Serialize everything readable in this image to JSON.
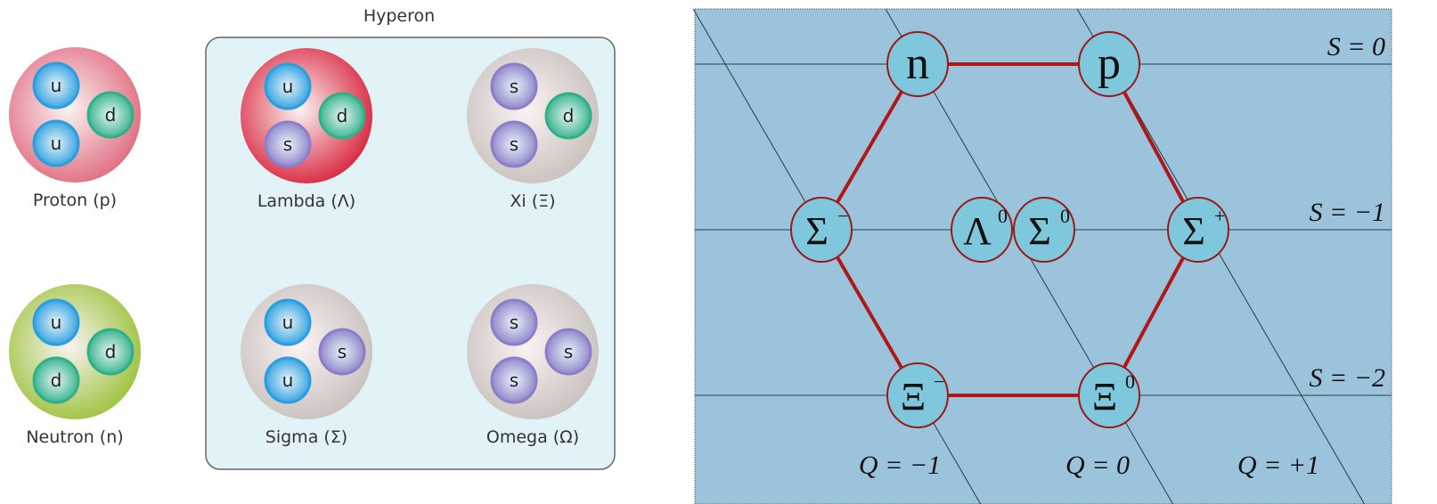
{
  "left": {
    "hyperon_title": "Hyperon",
    "baryons": [
      {
        "id": "proton",
        "label": "Proton (p)",
        "color": "#e06a7e",
        "quarks": [
          "u",
          "d",
          "u"
        ]
      },
      {
        "id": "neutron",
        "label": "Neutron (n)",
        "color": "#9bc23a",
        "quarks": [
          "u",
          "d",
          "d"
        ]
      },
      {
        "id": "lambda",
        "label": "Lambda (Λ)",
        "color": "#d8223a",
        "quarks": [
          "u",
          "d",
          "s"
        ]
      },
      {
        "id": "xi",
        "label": "Xi (Ξ)",
        "color": "#c8c0bc",
        "quarks": [
          "s",
          "d",
          "s"
        ]
      },
      {
        "id": "sigma",
        "label": "Sigma (Σ)",
        "color": "#c8c0bc",
        "quarks": [
          "u",
          "s",
          "u"
        ]
      },
      {
        "id": "omega",
        "label": "Omega (Ω)",
        "color": "#c8c0bc",
        "quarks": [
          "s",
          "s",
          "s"
        ]
      }
    ],
    "quark_colors": {
      "u": "#2a9ee0",
      "d": "#2fb088",
      "s": "#8a7fc8"
    },
    "box_color": "#e2f3f8"
  },
  "right": {
    "background": "#9bc3dc",
    "node_color": "#7ec7dc",
    "edge_color": "#b01818",
    "particles": [
      {
        "id": "n",
        "sym": "n",
        "sup": ""
      },
      {
        "id": "p",
        "sym": "p",
        "sup": ""
      },
      {
        "id": "sigma-minus",
        "sym": "Σ",
        "sup": "−"
      },
      {
        "id": "lambda-0",
        "sym": "Λ",
        "sup": "0"
      },
      {
        "id": "sigma-0",
        "sym": "Σ",
        "sup": "0"
      },
      {
        "id": "sigma-plus",
        "sym": "Σ",
        "sup": "+"
      },
      {
        "id": "xi-minus",
        "sym": "Ξ",
        "sup": "−"
      },
      {
        "id": "xi-0",
        "sym": "Ξ",
        "sup": "0"
      }
    ],
    "strangeness_labels": [
      "S = 0",
      "S = −1",
      "S = −2"
    ],
    "charge_labels": [
      "Q = −1",
      "Q = 0",
      "Q = +1"
    ]
  }
}
